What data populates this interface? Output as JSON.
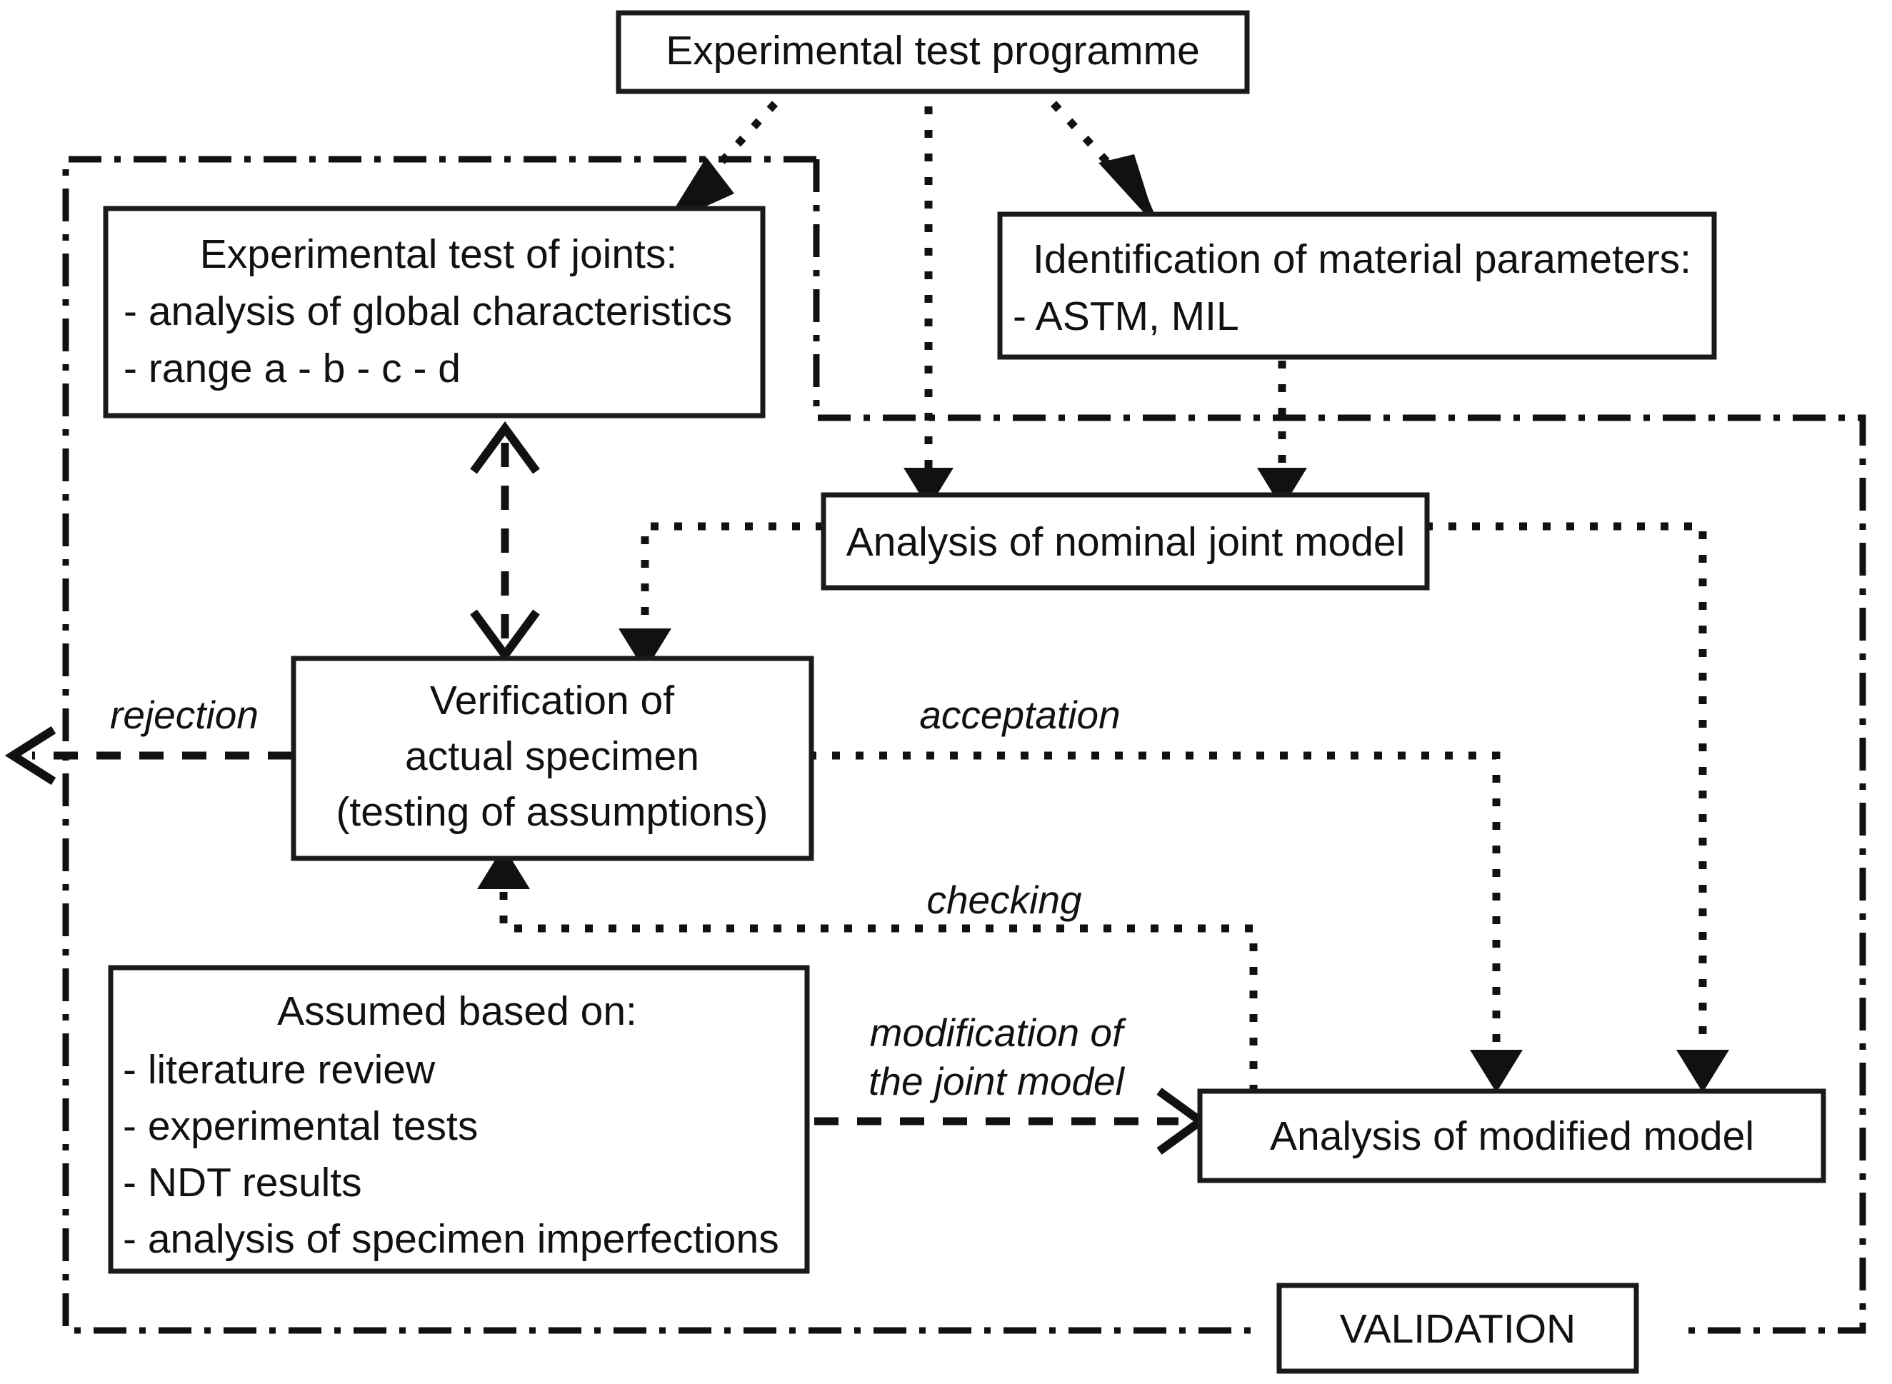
{
  "diagram": {
    "title_node": "Experimental test programme",
    "nodes": {
      "experimental_programme": {
        "label": "Experimental test programme"
      },
      "experimental_test_joints": {
        "heading": "Experimental test of joints:",
        "line1": "- analysis of global characteristics",
        "line2": "- range a - b - c - d"
      },
      "identification_material": {
        "heading": "Identification of material parameters:",
        "line1": "- ASTM, MIL"
      },
      "nominal_model": {
        "label": "Analysis of nominal joint model"
      },
      "verification": {
        "line1": "Verification of",
        "line2": "actual specimen",
        "line3": "(testing of assumptions)"
      },
      "assumed_based_on": {
        "heading": "Assumed based on:",
        "item1": "- literature review",
        "item2": "- experimental tests",
        "item3": "- NDT results",
        "item4": "- analysis  of specimen imperfections"
      },
      "modified_model": {
        "label": "Analysis of modified model"
      },
      "validation": {
        "label": "VALIDATION"
      }
    },
    "edge_labels": {
      "rejection": "rejection",
      "acceptation": "acceptation",
      "checking": "checking",
      "modification_line1": "modification of",
      "modification_line2": "the joint model"
    },
    "colors": {
      "stroke": "#111111",
      "fill": "#ffffff"
    }
  }
}
